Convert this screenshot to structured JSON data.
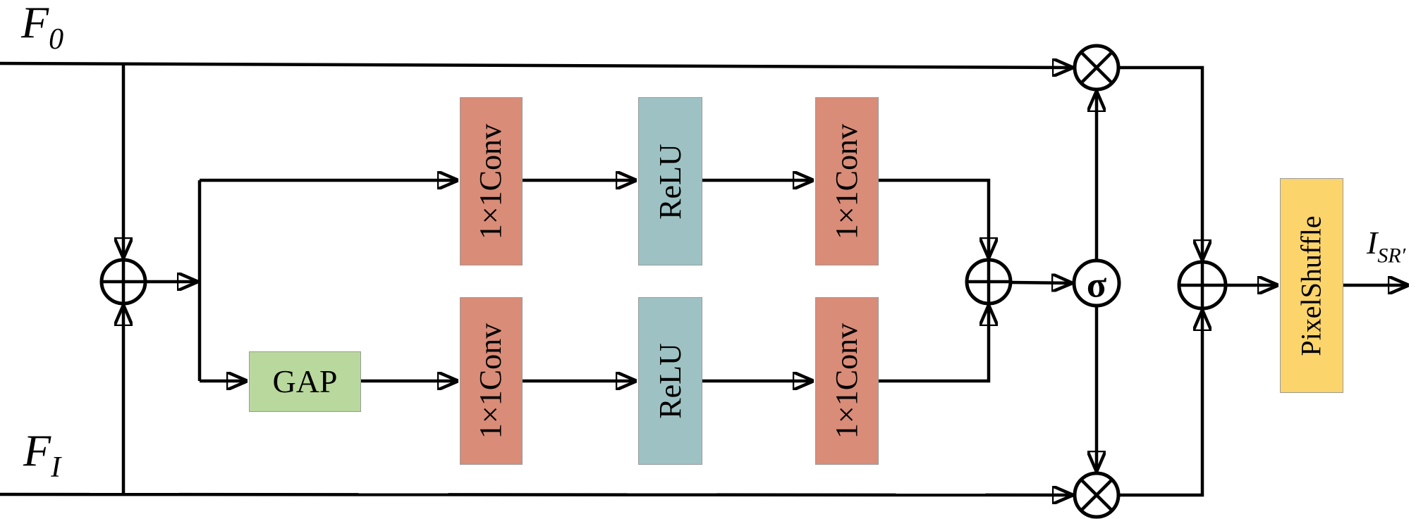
{
  "figure": {
    "description": "Channel-attention fusion block with PixelShuffle upsampling",
    "input_top": {
      "base": "F",
      "sub": "0"
    },
    "input_bottom": {
      "base": "F",
      "sub": "I"
    },
    "output": {
      "base": "I",
      "sub": "SR′"
    },
    "blocks": {
      "conv": "1×1Conv",
      "relu": "ReLU",
      "gap": "GAP",
      "pixel_shuffle": "PixelShuffle"
    },
    "operators": {
      "add": "⊕",
      "multiply": "⊗",
      "sigmoid": "σ"
    },
    "colors": {
      "conv": "#d98c78",
      "relu": "#9ec2c3",
      "gap": "#b9d89d",
      "pixel_shuffle": "#fbd46c",
      "ink": "#000000",
      "background": "#ffffff"
    }
  }
}
